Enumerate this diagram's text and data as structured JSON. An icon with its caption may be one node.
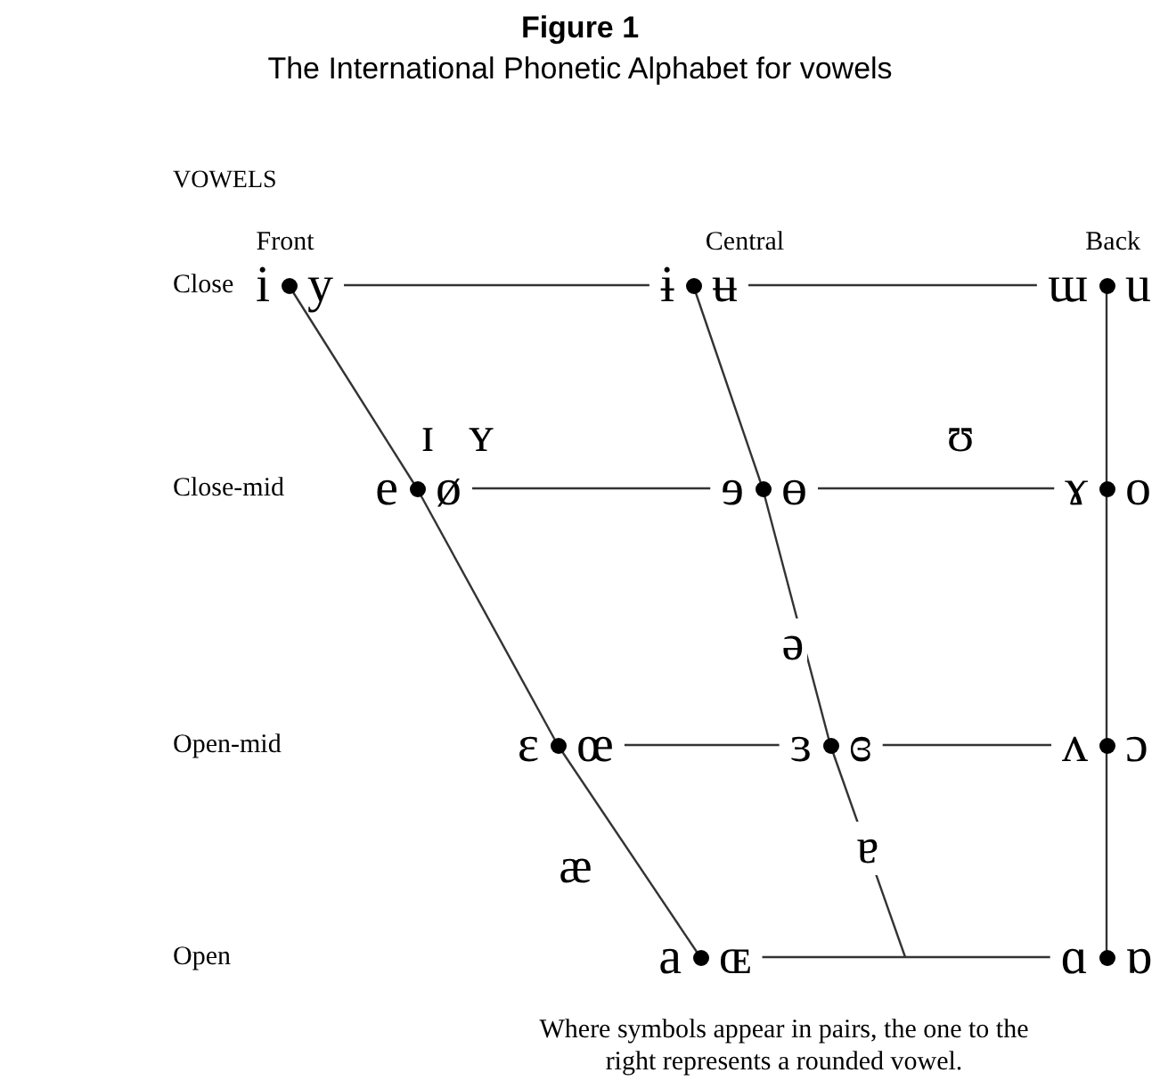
{
  "diagram": {
    "title": "Figure 1",
    "caption": "The International Phonetic Alphabet for vowels",
    "nodes": [
      {
        "text": [
          "i",
          "y"
        ]
      },
      {
        "text": [
          "ɨ",
          "ʉ"
        ]
      },
      {
        "text": [
          "ɯ",
          "u"
        ]
      },
      {
        "text": [
          "e",
          "ø"
        ]
      },
      {
        "text": [
          "ɘ",
          "ɵ"
        ]
      },
      {
        "text": [
          "ɤ",
          "o"
        ]
      },
      {
        "text": [
          "ɛ",
          "œ"
        ]
      },
      {
        "text": [
          "ɜ",
          "ɞ"
        ]
      },
      {
        "text": [
          "ʌ",
          "ɔ"
        ]
      },
      {
        "text": [
          "a",
          "ɶ"
        ]
      },
      {
        "text": [
          "ɑ",
          "ɒ"
        ]
      }
    ],
    "edges": [
      {
        "from": 0,
        "to": 1,
        "arrow": "none"
      },
      {
        "from": 1,
        "to": 2,
        "arrow": "none"
      },
      {
        "from": 3,
        "to": 4,
        "arrow": "none"
      },
      {
        "from": 4,
        "to": 5,
        "arrow": "none"
      },
      {
        "from": 6,
        "to": 7,
        "arrow": "none"
      },
      {
        "from": 7,
        "to": 8,
        "arrow": "none"
      },
      {
        "from": 9,
        "to": 10,
        "arrow": "none"
      },
      {
        "from": 0,
        "to": 3,
        "arrow": "none"
      },
      {
        "from": 3,
        "to": 6,
        "arrow": "none"
      },
      {
        "from": 6,
        "to": 9,
        "arrow": "none"
      },
      {
        "from": 1,
        "to": 4,
        "arrow": "none"
      },
      {
        "from": 4,
        "to": 7,
        "arrow": "none"
      },
      {
        "from": 7,
        "to": null,
        "arrow": "none"
      },
      {
        "from": 2,
        "to": 5,
        "arrow": "none"
      },
      {
        "from": 5,
        "to": 8,
        "arrow": "none"
      },
      {
        "from": 8,
        "to": 10,
        "arrow": "none"
      }
    ],
    "labels": [
      "VOWELS",
      "Front",
      "Central",
      "Back",
      "Close",
      "ɪ",
      "ʏ",
      "ʊ",
      "Close-mid",
      "ə",
      "Open-mid",
      "æ",
      "ɐ",
      "Open",
      "Where symbols appear in pairs, the one to the right represents a rounded vowel."
    ]
  }
}
